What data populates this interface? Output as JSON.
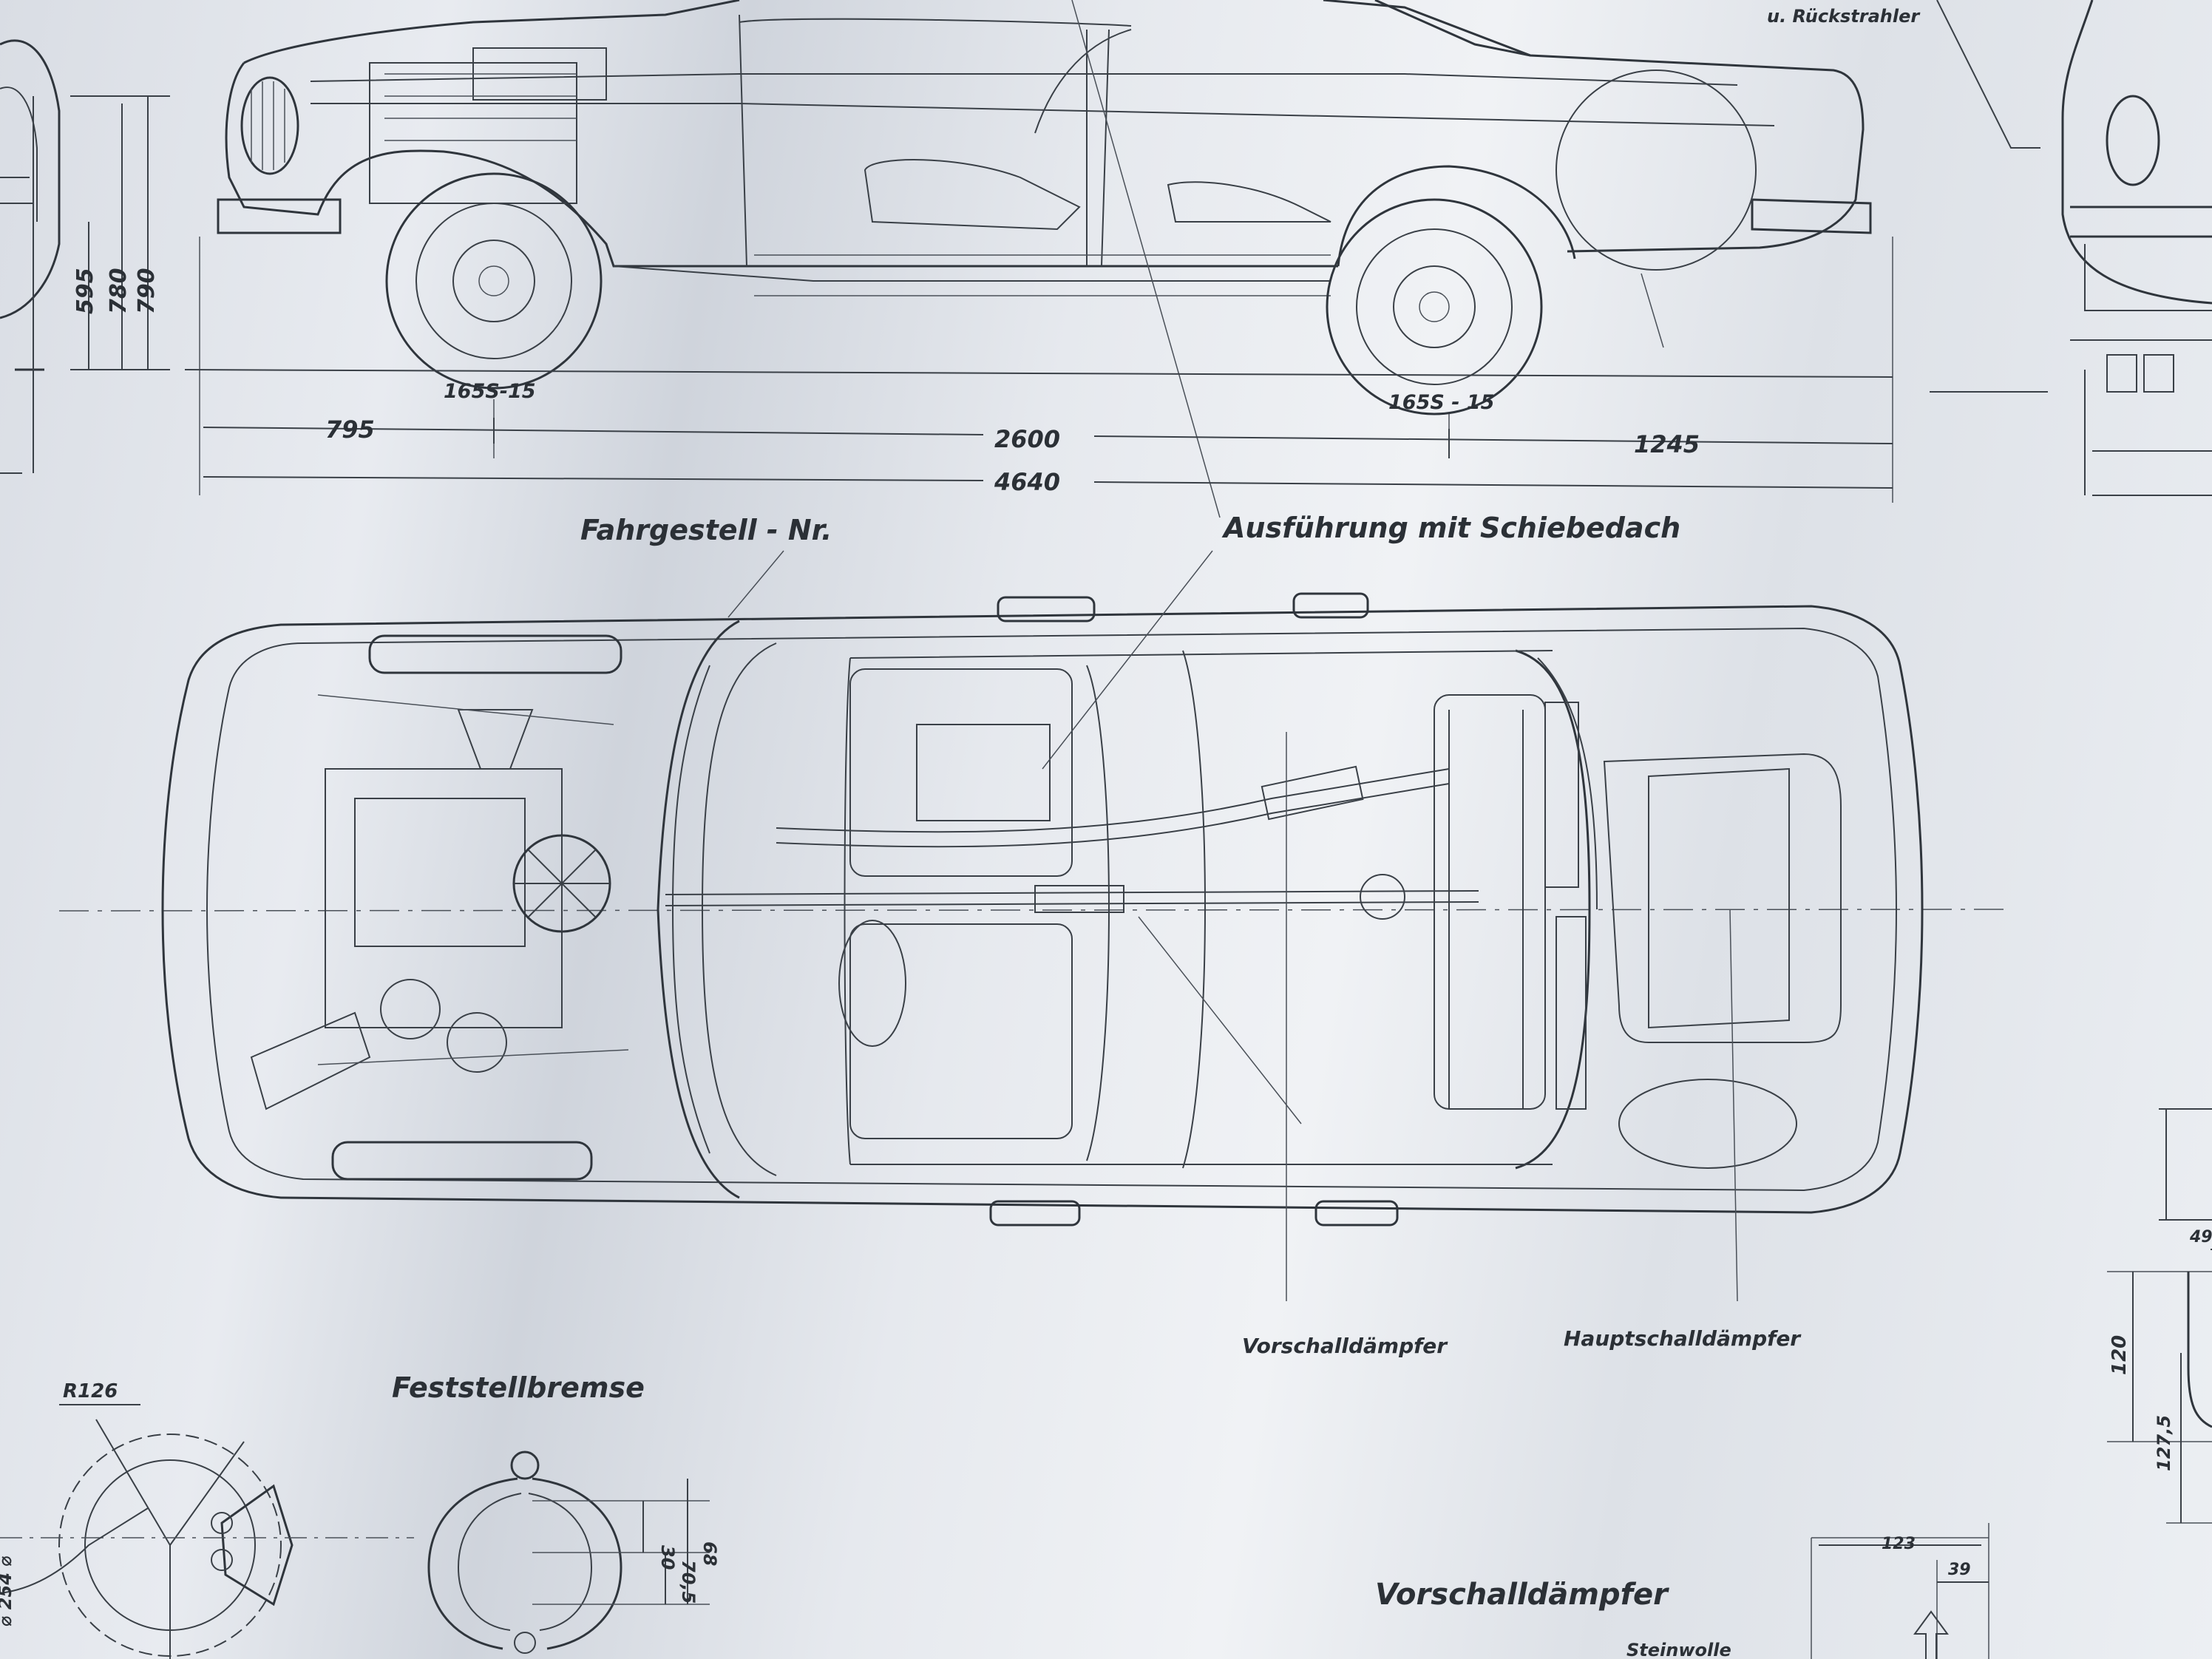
{
  "header": {
    "top_right_label": "u. Rückstrahler"
  },
  "side_view": {
    "dimensions": {
      "height_1": "595",
      "height_2": "780",
      "height_3": "790",
      "front_overhang": "795",
      "wheelbase": "2600",
      "rear_overhang": "1245",
      "overall_length": "4640"
    },
    "tire_front": "165S-15",
    "tire_rear": "165S - 15"
  },
  "top_view": {
    "chassis_number_label": "Fahrgestell - Nr.",
    "sunroof_label": "Ausführung mit Schiebedach",
    "pre_muffler_label": "Vorschalldämpfer",
    "main_muffler_label": "Hauptschalldämpfer"
  },
  "details": {
    "drum_radius": "R126",
    "drum_diameter": "⌀ 254 ⌀",
    "parking_brake_title": "Feststellbremse",
    "brake_dim_1": "30",
    "brake_dim_2": "68",
    "brake_dim_3": "70,5",
    "pre_muffler_title": "Vorschalldämpfer",
    "insulation_label": "Steinwolle",
    "muffler_dim_1": "123",
    "muffler_dim_2": "39",
    "right_dim_1": "120",
    "right_dim_2": "127,5",
    "right_dim_3": "49"
  }
}
